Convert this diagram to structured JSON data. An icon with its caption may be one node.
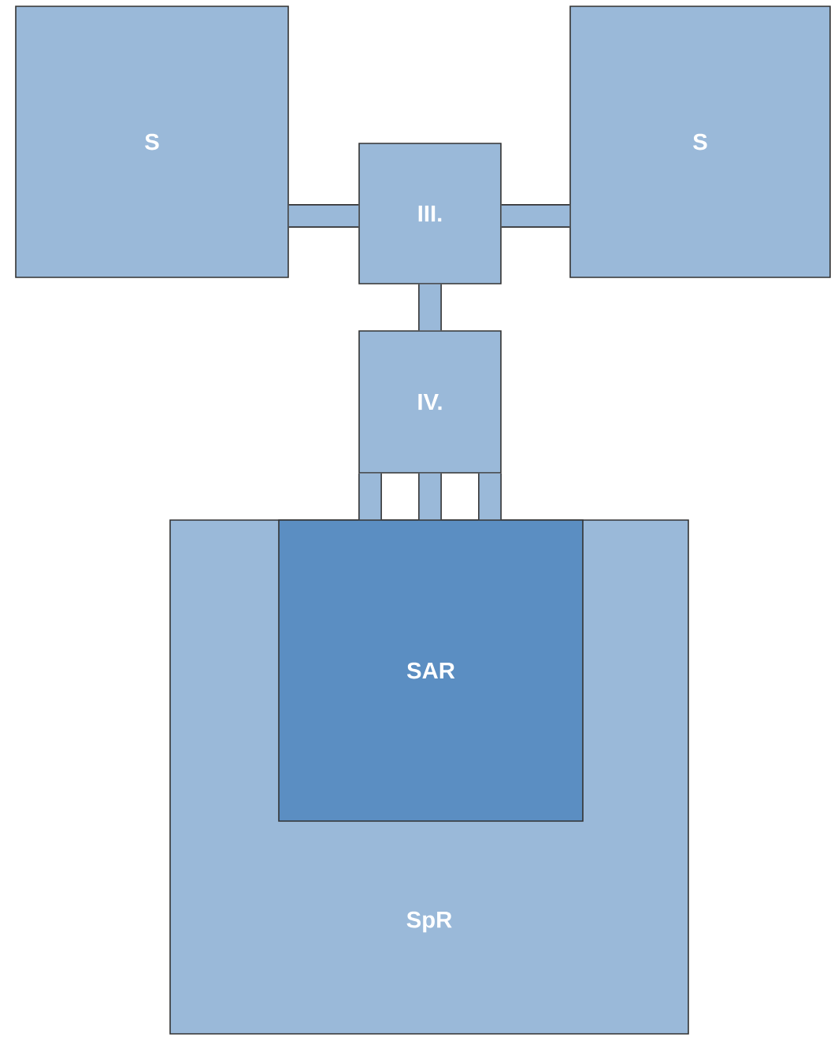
{
  "diagram": {
    "nodes": [
      {
        "text": [
          "S"
        ]
      },
      {
        "text": [
          "S"
        ]
      },
      {
        "text": [
          "III."
        ]
      },
      {
        "text": [
          "IV."
        ]
      },
      {
        "text": [
          "SpR"
        ]
      },
      {
        "text": [
          "SAR"
        ],
        "in": 4
      }
    ],
    "edges": [
      {
        "from": 0,
        "to": 2,
        "arrow": "none"
      },
      {
        "from": 2,
        "to": 1,
        "arrow": "none"
      },
      {
        "from": 2,
        "to": 3,
        "arrow": "none"
      },
      {
        "from": 3,
        "to": 5,
        "arrow": "none"
      },
      {
        "from": 3,
        "to": 5,
        "arrow": "none"
      },
      {
        "from": 3,
        "to": 5,
        "arrow": "none"
      }
    ]
  }
}
